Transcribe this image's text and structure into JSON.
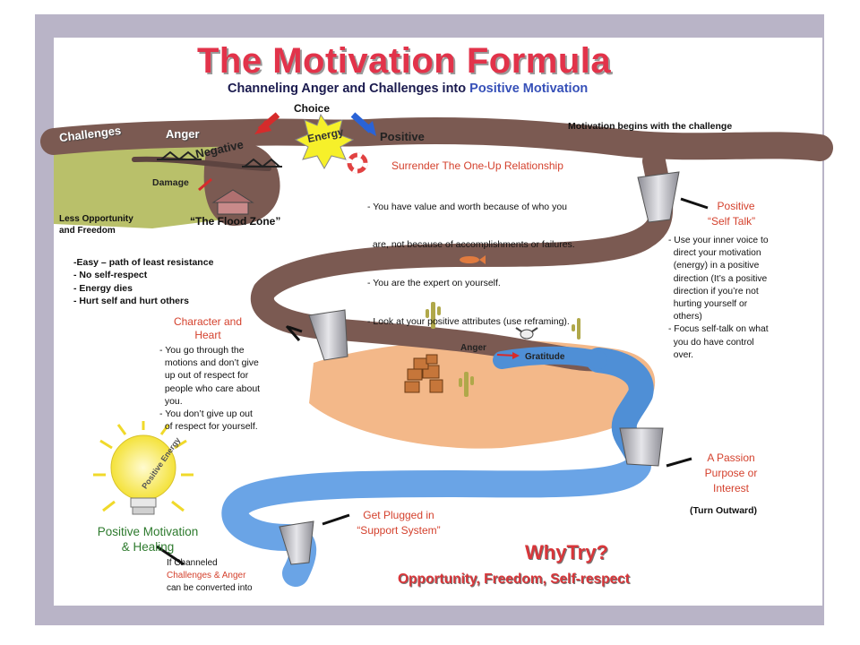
{
  "title": "The Motivation Formula",
  "subtitle_main": "Channeling Anger and Challenges into",
  "subtitle_accent": "Positive Motivation",
  "road_labels": {
    "choice": "Choice",
    "energy": "Energy",
    "challenges": "Challenges",
    "anger": "Anger",
    "negative": "Negative",
    "damage": "Damage",
    "positive": "Positive",
    "flood_zone": "“The Flood Zone”",
    "river_anger": "Anger",
    "river_gratitude": "Gratitude"
  },
  "motivation_begins": "Motivation begins with the challenge",
  "less_opportunity": [
    "Less Opportunity",
    "and Freedom"
  ],
  "negative_list": [
    "-Easy – path of least resistance",
    "- No self-respect",
    "- Energy dies",
    "- Hurt self and hurt others"
  ],
  "surrender": {
    "heading": "Surrender The One-Up Relationship",
    "lines": [
      "- You have value and worth because of who you",
      "  are, not because of accomplishments or failures.",
      "- You are the expert on yourself.",
      "- Look at your positive attributes (use reframing)."
    ]
  },
  "self_talk": {
    "heading": [
      "Positive",
      "“Self Talk”"
    ],
    "lines": [
      "- Use your inner voice to",
      "  direct your motivation",
      "  (energy) in a positive",
      "  direction (It’s a positive",
      "  direction if you’re not",
      "  hurting yourself or",
      "  others)",
      "- Focus self-talk on what",
      "  you do have control",
      "  over."
    ]
  },
  "character": {
    "heading": [
      "Character and",
      "Heart"
    ],
    "lines": [
      "- You go through the",
      "  motions and don’t give",
      "  up out of respect for",
      "  people who care about",
      "  you.",
      "- You don’t give up out",
      "  of respect for yourself."
    ]
  },
  "passion": {
    "heading": [
      "A Passion",
      "Purpose or",
      "Interest"
    ],
    "note": "(Turn Outward)"
  },
  "support": {
    "heading": [
      "Get Plugged in",
      "“Support System”"
    ]
  },
  "bulb_text": "Positive Energy",
  "positive_motivation": [
    "Positive Motivation",
    "& Healing"
  ],
  "channeled": {
    "line1": "If Channeled",
    "line2": "Challenges & Anger",
    "line3": "can be converted into"
  },
  "whytry": "WhyTry?",
  "outcome": "Opportunity, Freedom, Self-respect",
  "colors": {
    "title": "#e2334a",
    "road": "#7b5a52",
    "river": "#4f8fd6",
    "desert": "#f3b889",
    "grass": "#b9c06a",
    "accent_red": "#d4412d",
    "green_text": "#2d7a2d"
  },
  "icons": [
    "lightbulb-icon",
    "life-ring-icon",
    "fish-icon",
    "cactus-icon",
    "skull-icon",
    "house-icon",
    "bridge-icon"
  ]
}
